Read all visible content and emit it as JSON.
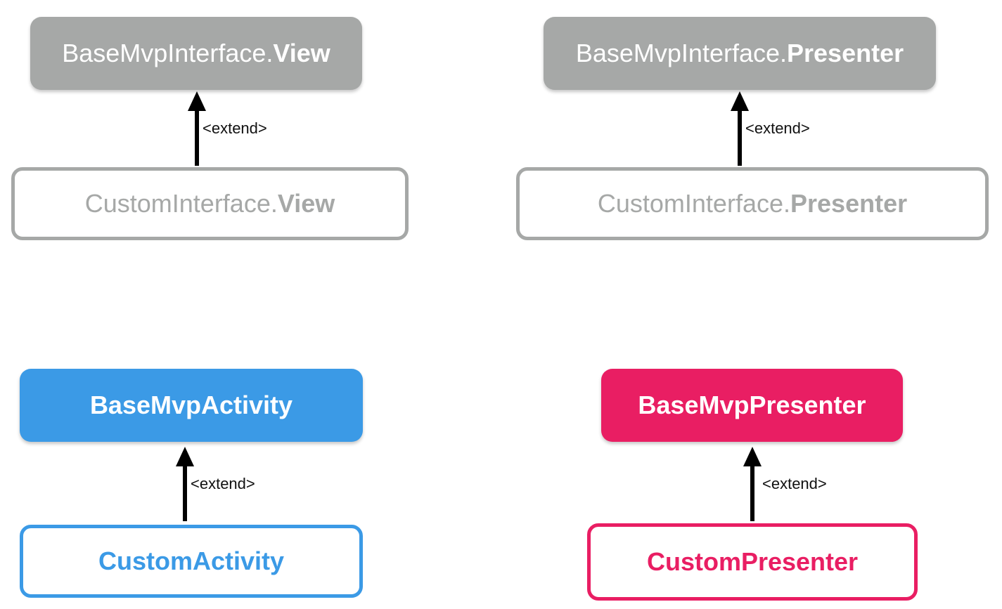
{
  "colors": {
    "interface_gray": "#a6a8a7",
    "activity_blue": "#3b9ae6",
    "presenter_pink": "#e91e63"
  },
  "relation_label": "<extend>",
  "boxes": {
    "base_view": {
      "prefix": "BaseMvpInterface.",
      "suffix": "View"
    },
    "base_presenter": {
      "prefix": "BaseMvpInterface.",
      "suffix": "Presenter"
    },
    "custom_view": {
      "prefix": "CustomInterface.",
      "suffix": "View"
    },
    "custom_ipresenter": {
      "prefix": "CustomInterface.",
      "suffix": "Presenter"
    },
    "base_activity": {
      "label": "BaseMvpActivity"
    },
    "base_mvp_presenter": {
      "label": "BaseMvpPresenter"
    },
    "custom_activity": {
      "label": "CustomActivity"
    },
    "custom_presenter": {
      "label": "CustomPresenter"
    }
  }
}
